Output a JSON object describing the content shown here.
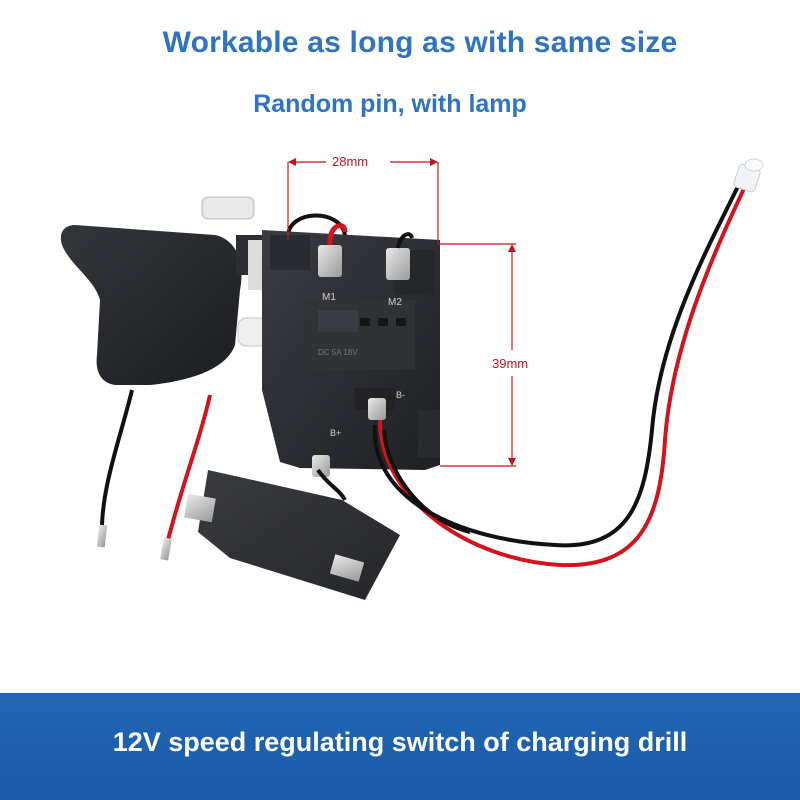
{
  "headline": "Workable as long as with same size",
  "subline": "Random pin, with lamp",
  "dimensions": {
    "width_label": "28mm",
    "height_label": "39mm"
  },
  "switch_markings": {
    "m1": "M1",
    "m2": "M2",
    "b_minus": "B-",
    "b_plus": "B+"
  },
  "footer": {
    "caption": "12V speed regulating switch of charging drill"
  },
  "colors": {
    "title_blue": "#2f73c4",
    "footer_blue": "#1a5aa6",
    "dimension_red": "#c0151c",
    "switch_black": "#2a2c31"
  }
}
